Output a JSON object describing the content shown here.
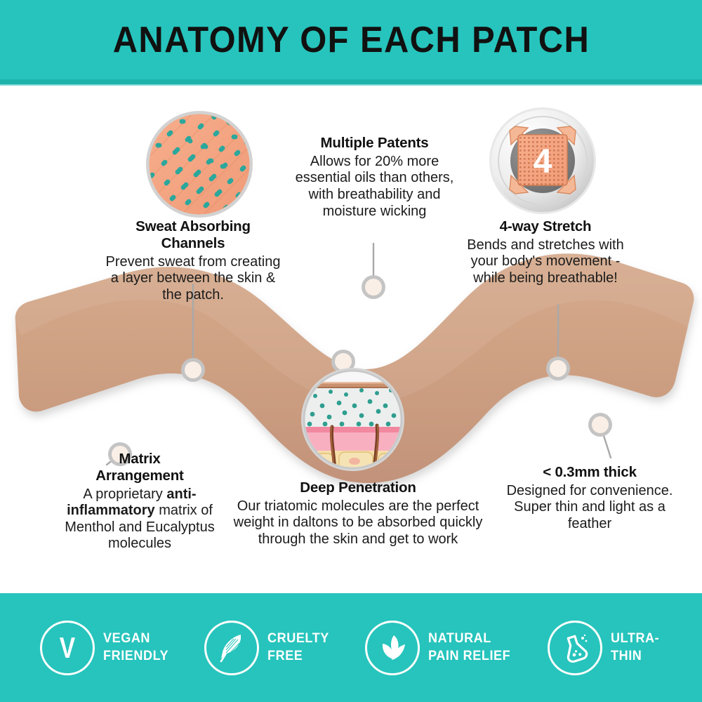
{
  "header": {
    "title": "ANATOMY OF EACH PATCH",
    "bg_color": "#26C4BC"
  },
  "theme": {
    "teal": "#26C4BC",
    "patch_tan": "#CFA183",
    "peach": "#F5A582",
    "dot_teal": "#2BA79C",
    "text_dark": "#111111"
  },
  "callouts": [
    {
      "id": "sweat-absorbing-channels",
      "title": "Sweat Absorbing Channels",
      "body": "Prevent sweat from creating a layer between the skin & the patch.",
      "icon": "dotted-weave-circle-icon"
    },
    {
      "id": "multiple-patents",
      "title": "Multiple Patents",
      "body": "Allows for 20% more essential oils than others, with breathability and moisture wicking",
      "icon": "none"
    },
    {
      "id": "four-way-stretch",
      "title": "4-way Stretch",
      "body": "Bends and stretches with your body's movement - while being breathable!",
      "icon": "four-way-stretch-icon",
      "icon_value": "4"
    },
    {
      "id": "matrix-arrangement",
      "title_line1": "Matrix",
      "title_line2": "Arrangement",
      "body_part1": "A proprietary ",
      "body_emphasis": "anti-inflammatory",
      "body_part2": " matrix of Menthol and Eucalyptus molecules",
      "icon": "none"
    },
    {
      "id": "deep-penetration",
      "title": "Deep Penetration",
      "body": "Our triatomic molecules are the perfect weight in daltons to be absorbed quickly through the skin and get to work",
      "icon": "skin-cross-section-icon"
    },
    {
      "id": "ultra-thin-spec",
      "title": "< 0.3mm thick",
      "body": "Designed for convenience. Super thin and light as a feather",
      "icon": "none"
    }
  ],
  "footer": {
    "badges": [
      {
        "id": "vegan-friendly",
        "label": "VEGAN\nFRIENDLY",
        "icon": "vegan-v-icon",
        "glyph": "V"
      },
      {
        "id": "cruelty-free",
        "label": "CRUELTY\nFREE",
        "icon": "feather-icon"
      },
      {
        "id": "natural-pain-relief",
        "label": "NATURAL\nPAIN RELIEF",
        "icon": "leaves-icon"
      },
      {
        "id": "ultra-thin",
        "label": "ULTRA-\nTHIN",
        "icon": "flask-icon"
      }
    ]
  }
}
